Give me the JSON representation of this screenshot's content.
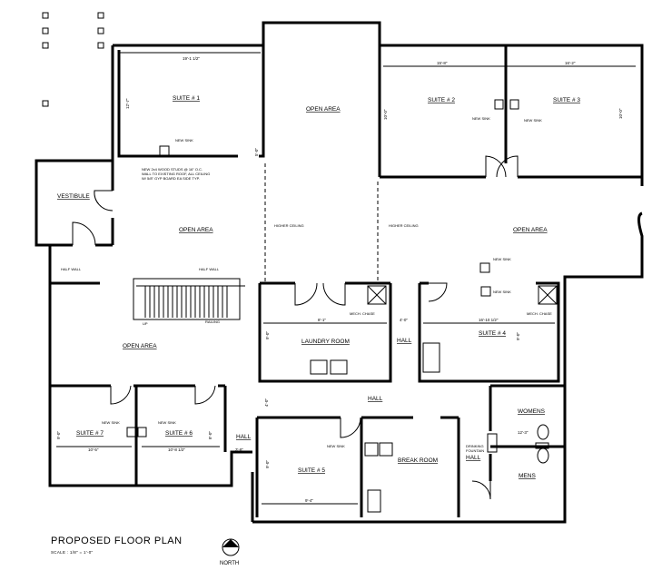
{
  "title": "PROPOSED  FLOOR PLAN",
  "scale": "SCALE : 1/8\" = 1'-0\"",
  "north": "NORTH",
  "rooms": {
    "suite1": "SUITE # 1",
    "suite2": "SUITE # 2",
    "suite3": "SUITE # 3",
    "suite4": "SUITE # 4",
    "suite5": "SUITE # 5",
    "suite6": "SUITE # 6",
    "suite7": "SUITE # 7",
    "open_top": "OPEN AREA",
    "open_left": "OPEN AREA",
    "open_right": "OPEN AREA",
    "open_lower": "OPEN AREA",
    "vestibule": "VESTIBULE",
    "laundry": "LAUNDRY ROOM",
    "break": "BREAK ROOM",
    "womens": "WOMENS",
    "mens": "MENS",
    "hall_a": "HALL",
    "hall_b": "HALL",
    "hall_c": "HALL",
    "hall_d": "HALL"
  },
  "notes": {
    "new_sink_1": "NEW SINK",
    "new_sink_2": "NEW SINK",
    "new_sink_3": "NEW SINK",
    "new_sink_4": "NEW SINK",
    "new_sink_5": "NEW SINK",
    "new_sink_7": "NEW SINK",
    "new_sink_8": "NEW SINK",
    "new_sink_9": "NEW SINK",
    "new_wall_1": "NEW 2x4 WOOD STUDS @ 16\" O.C.",
    "new_wall_2": "WALL TO EXISTING ROOF, ALL CEILING",
    "new_wall_3": "W/ 5/8\" GYP BOARD EA SIDE TYP.",
    "higher_ceiling_1": "HIGHER CEILING",
    "higher_ceiling_2": "HIGHER CEILING",
    "half_wall_1": "HALF WALL",
    "half_wall_2": "HALF WALL",
    "railing": "RAILING",
    "up": "UP",
    "mech_chase_1": "MECH. CHASE",
    "mech_chase_2": "MECH. CHASE",
    "drinking_fountain_1": "DRINKING",
    "drinking_fountain_2": "FOUNTAIN"
  },
  "dims": {
    "d1": "19'-1 1/2\"",
    "d2": "12'-7\"",
    "d3": "5'-0\"",
    "d4": "15'-8\"",
    "d5": "16'-2\"",
    "d6": "10'-0\"",
    "d7": "10'-0\"",
    "d8": "8'-1\"",
    "d9": "9'-0\"",
    "d10": "4'-0\"",
    "d11": "16'-10 1/2\"",
    "d12": "9'-0\"",
    "d13": "4'-0\"",
    "d14": "9'-0\"",
    "d15": "9'-4\"",
    "d16": "10'-5\"",
    "d17": "10'-8 1/2\"",
    "d18": "9'-0\"",
    "d19": "3'-8\"",
    "d20": "8'-0\"",
    "d21": "12'-3\""
  }
}
